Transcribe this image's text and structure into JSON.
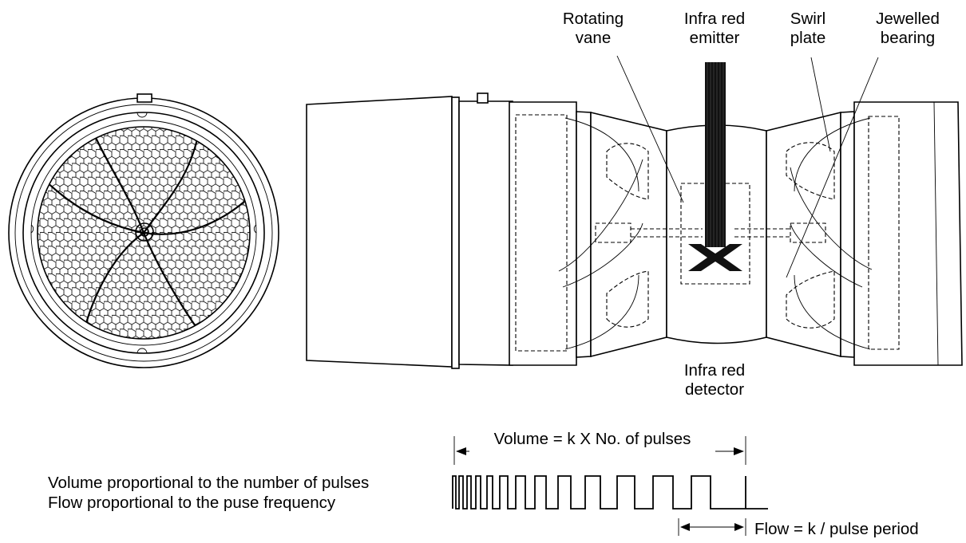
{
  "labels": {
    "rotating_vane": [
      "Rotating",
      "vane"
    ],
    "ir_emitter": [
      "Infra red",
      "emitter"
    ],
    "swirl_plate": [
      "Swirl",
      "plate"
    ],
    "jewelled_bearing": [
      "Jewelled",
      "bearing"
    ],
    "ir_detector": [
      "Infra red",
      "detector"
    ]
  },
  "waveform": {
    "volume_formula": "Volume = k X No. of pulses",
    "flow_formula": "Flow = k / pulse period",
    "legend_line1": "Volume proportional to the number of pulses",
    "legend_line2": "Flow proportional to the puse frequency"
  }
}
